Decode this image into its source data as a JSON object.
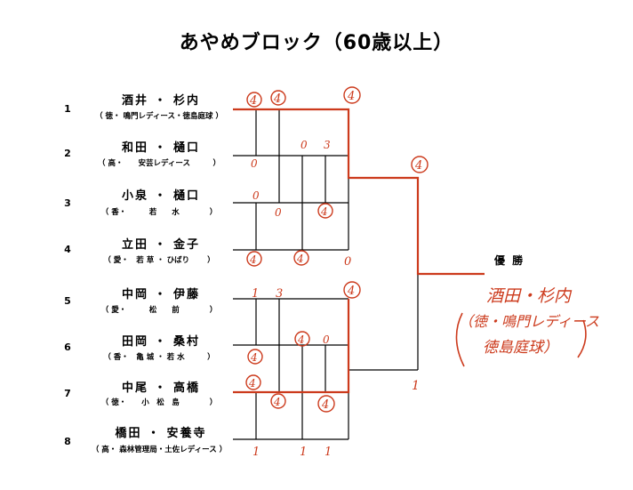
{
  "title": "あやめブロック（60歳以上）",
  "players": [
    {
      "num": "1",
      "name": "酒井 ・ 杉内",
      "club": "（ 徳・ 鳴門レディース・徳島庭球 ）"
    },
    {
      "num": "2",
      "name": "和田 ・ 樋口",
      "club": "（ 高・　　安芸レディース　　　）"
    },
    {
      "num": "3",
      "name": "小泉 ・ 樋口",
      "club": "（ 香・　　　若　　水　　　　）"
    },
    {
      "num": "4",
      "name": "立田 ・ 金子",
      "club": "（ 愛・　若 草 ・ ひばり　　 ）"
    },
    {
      "num": "5",
      "name": "中岡 ・ 伊藤",
      "club": "（ 愛・　　　松　　前　　　　）"
    },
    {
      "num": "6",
      "name": "田岡 ・ 桑村",
      "club": "（ 香・　亀 城 ・ 若 水　　　）"
    },
    {
      "num": "7",
      "name": "中尾 ・ 高橋",
      "club": "（ 徳・　　小　松　島　　　　）"
    },
    {
      "num": "8",
      "name": "橋田 ・ 安養寺",
      "club": "（ 高・ 森林管理局・土佐レディース ）"
    }
  ],
  "winner_label": "優 勝",
  "scores": {
    "p1": [
      "4",
      "4",
      "4"
    ],
    "p2": [
      "0",
      "0",
      "3"
    ],
    "p3": [
      "0",
      "0",
      "4"
    ],
    "p4": [
      "4",
      "4",
      "0"
    ],
    "p5": [
      "1",
      "3",
      "4"
    ],
    "p6": [
      "4",
      "4",
      "0"
    ],
    "p7": [
      "4",
      "4",
      "4"
    ],
    "p8": [
      "1",
      "1",
      "1"
    ],
    "semi_top": "4",
    "semi_bottom": "1"
  },
  "champion": {
    "names": "酒田・杉内",
    "club1": "（徳・鳴門レディース",
    "club2": "徳島庭球）"
  }
}
